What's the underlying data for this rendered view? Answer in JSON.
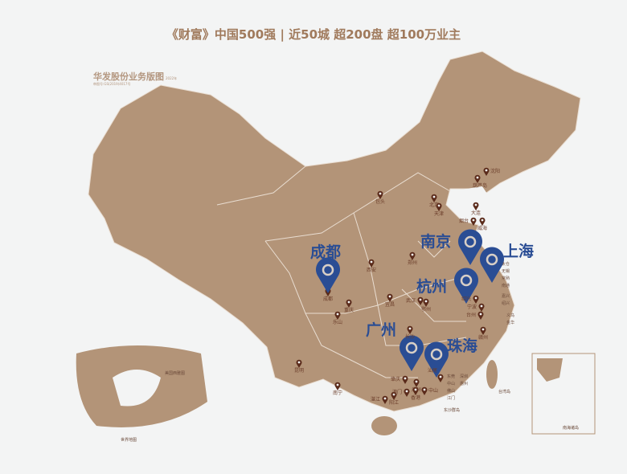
{
  "header": {
    "headline": "《财富》中国500强 | 近50城 超200盘 超100万业主"
  },
  "map": {
    "title": "华发股份业务版图",
    "title_suffix": "2022年",
    "subtitle": "审图号:GS(2019)4017号",
    "world_label": "世界地图",
    "seattle_label": "美国西雅图",
    "colors": {
      "land": "#b39478",
      "border": "#e9ddd1",
      "pin": "#2a4d94",
      "marker": "#5a2a1a",
      "water": "#f3f4f4"
    },
    "featured_cities": [
      "成都",
      "南京",
      "上海",
      "杭州",
      "广州",
      "珠海"
    ],
    "cities": [
      "包头",
      "北京",
      "天津",
      "葫芦岛",
      "沈阳",
      "大连",
      "烟台",
      "威海",
      "郑州",
      "西安",
      "宜昌",
      "武汉",
      "鄂州",
      "长沙",
      "重庆",
      "昆明",
      "南宁",
      "湛江",
      "阳江",
      "肇庆",
      "广州",
      "澳门",
      "香港",
      "中山",
      "台州",
      "宁波",
      "绍兴",
      "赣州",
      "成都",
      "乐山",
      "汕尾"
    ],
    "side_labels": [
      "太仓",
      "无锡",
      "常熟",
      "南通",
      "嘉兴",
      "绍兴",
      "义乌",
      "金华",
      "东莞",
      "深圳",
      "中山",
      "惠州",
      "佛山",
      "江门",
      "东沙群岛",
      "台湾岛",
      "南海诸岛"
    ]
  }
}
